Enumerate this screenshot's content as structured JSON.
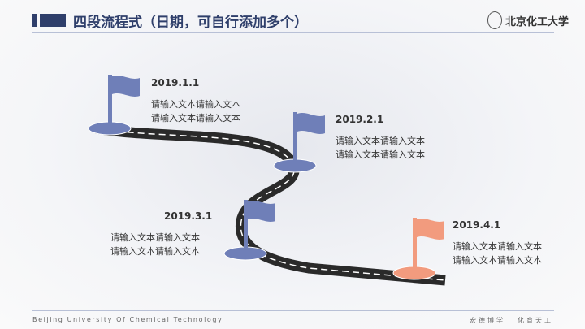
{
  "header": {
    "title": "四段流程式（日期，可自行添加多个）",
    "logo_text": "北京化工大学"
  },
  "footer": {
    "left": "Beijing University Of Chemical Technology",
    "right1": "宏德博学",
    "right2": "化育天工"
  },
  "colors": {
    "primary": "#2f3f6b",
    "flag_blue": "#6f7fb8",
    "flag_orange": "#f29b7e",
    "road": "#2a2a2a"
  },
  "steps": [
    {
      "date": "2019.1.1",
      "text": [
        "请输入文本请输入文本",
        "请输入文本请输入文本"
      ],
      "color": "blue"
    },
    {
      "date": "2019.2.1",
      "text": [
        "请输入文本请输入文本",
        "请输入文本请输入文本"
      ],
      "color": "blue"
    },
    {
      "date": "2019.3.1",
      "text": [
        "请输入文本请输入文本",
        "请输入文本请输入文本"
      ],
      "color": "blue"
    },
    {
      "date": "2019.4.1",
      "text": [
        "请输入文本请输入文本",
        "请输入文本请输入文本"
      ],
      "color": "orange"
    }
  ]
}
